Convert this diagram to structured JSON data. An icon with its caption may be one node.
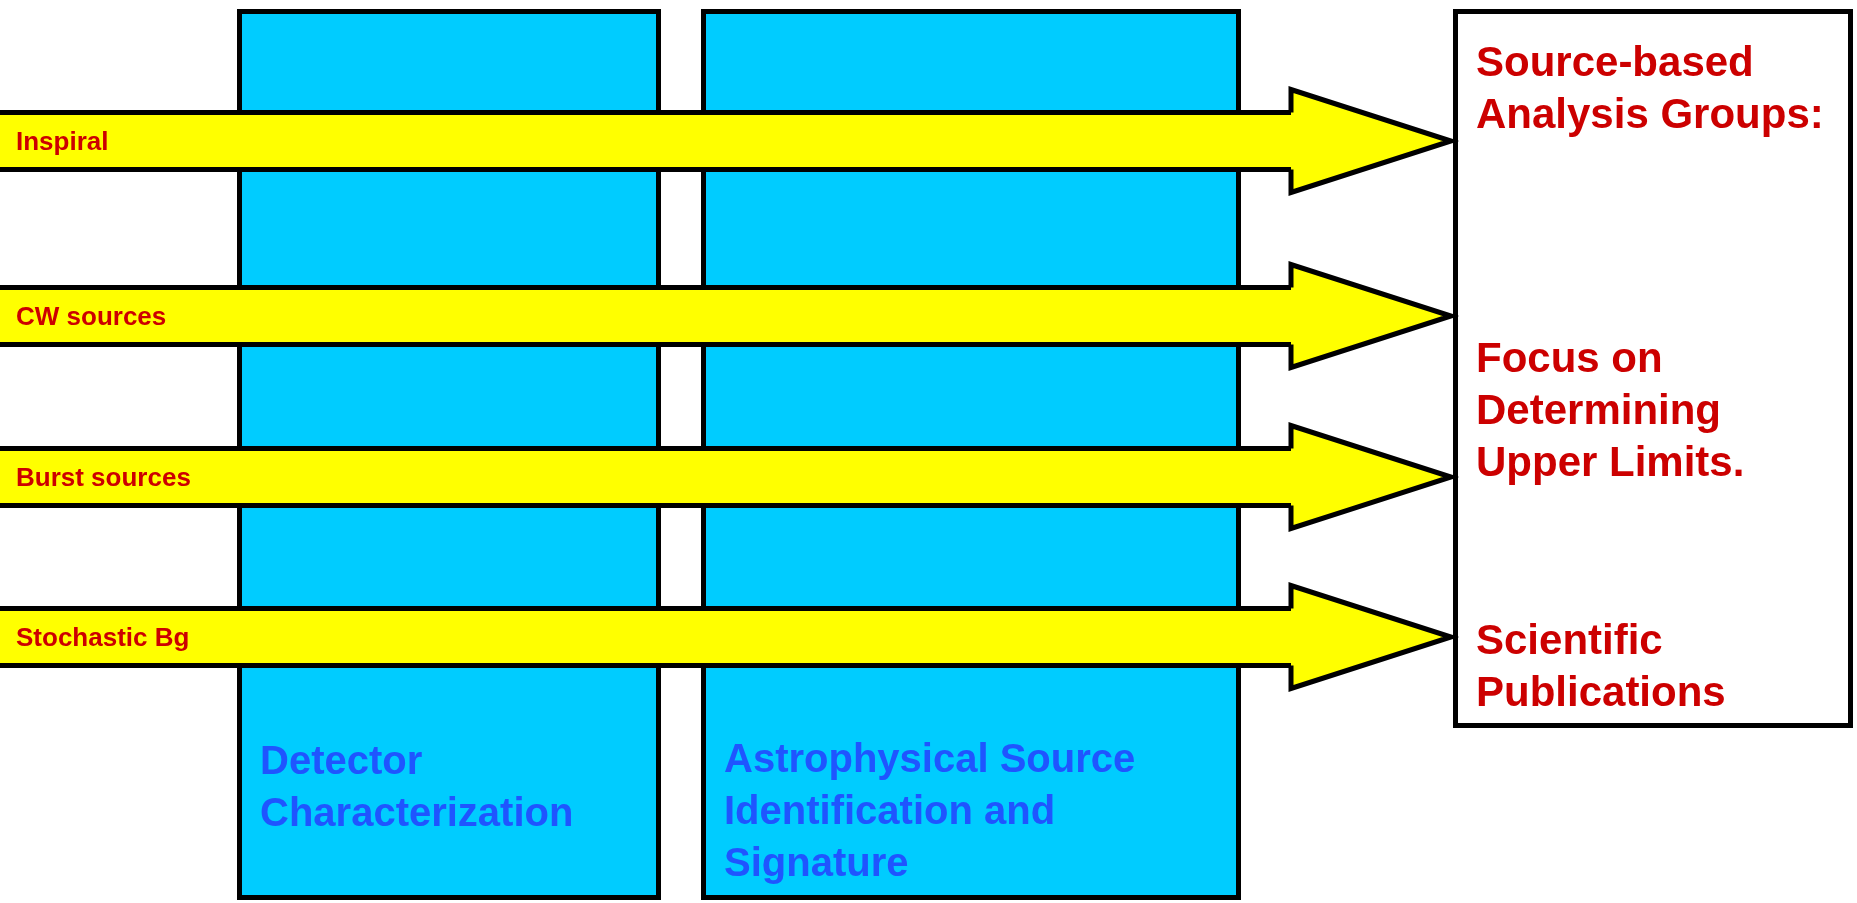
{
  "diagram": {
    "nodes": [
      {
        "text": [
          "Detector Characterization"
        ]
      },
      {
        "text": [
          "Astrophysical Source Identification and Signature"
        ]
      },
      {
        "text": [
          "Source-based Analysis Groups:",
          "Focus on Determining Upper Limits.",
          "Scientific Publications"
        ]
      }
    ],
    "edges": [
      {
        "from": null,
        "to": 2,
        "arrow": "to",
        "label": "Inspiral"
      },
      {
        "from": null,
        "to": 2,
        "arrow": "to",
        "label": "CW sources"
      },
      {
        "from": null,
        "to": 2,
        "arrow": "to",
        "label": "Burst sources"
      },
      {
        "from": null,
        "to": 2,
        "arrow": "to",
        "label": "Stochastic Bg"
      }
    ]
  }
}
